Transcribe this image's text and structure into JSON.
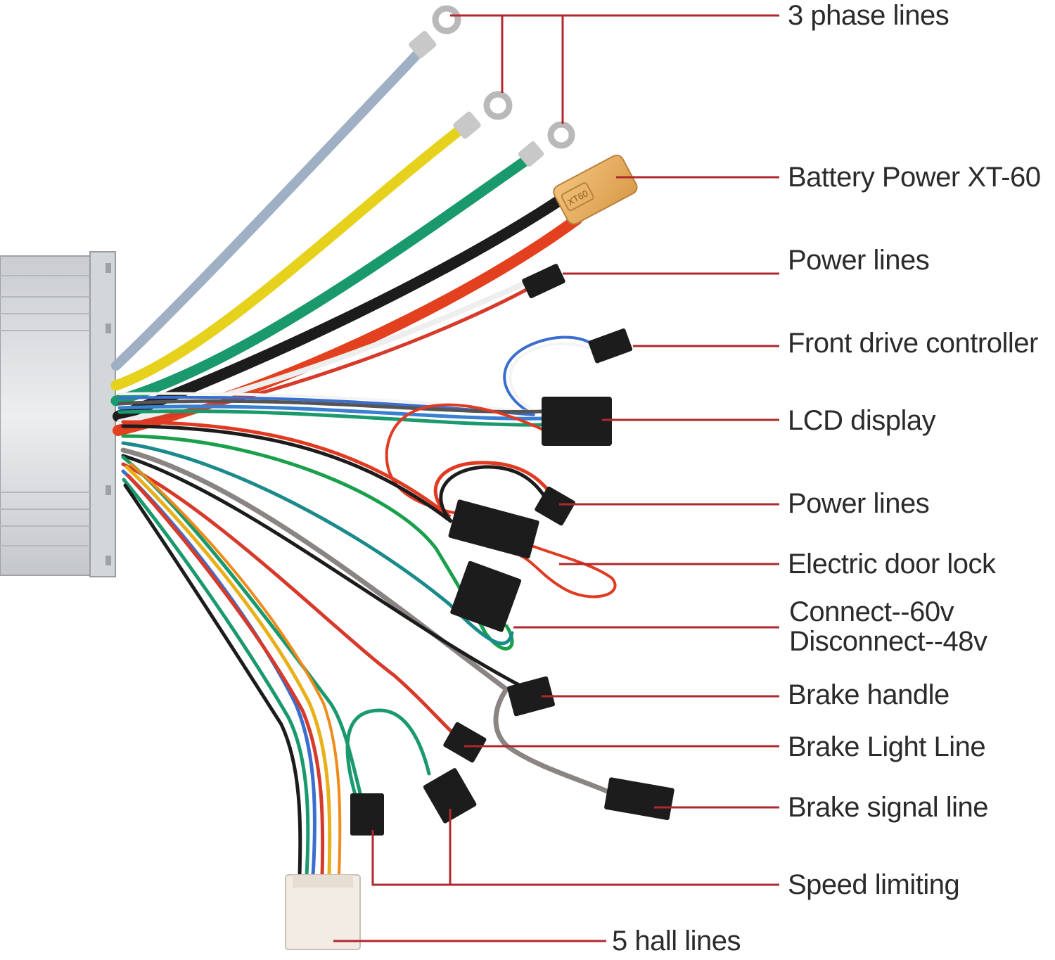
{
  "colors": {
    "leader_line": "#b0282c",
    "label_text": "#2b2b2b",
    "housing": "#d9dcdf"
  },
  "labels": [
    {
      "id": "phase-lines",
      "text": "3 phase lines"
    },
    {
      "id": "battery-power",
      "text": "Battery Power XT-60"
    },
    {
      "id": "power-lines-top",
      "text": "Power lines"
    },
    {
      "id": "front-drive",
      "text": "Front drive controller"
    },
    {
      "id": "lcd-display",
      "text": "LCD display"
    },
    {
      "id": "power-lines-mid",
      "text": "Power lines"
    },
    {
      "id": "door-lock",
      "text": "Electric door lock"
    },
    {
      "id": "connect-60v",
      "text": "Connect--60v"
    },
    {
      "id": "disconnect-48v",
      "text": "Disconnect--48v"
    },
    {
      "id": "brake-handle",
      "text": "Brake handle"
    },
    {
      "id": "brake-light",
      "text": "Brake Light Line"
    },
    {
      "id": "brake-signal",
      "text": "Brake signal line"
    },
    {
      "id": "speed-limiting",
      "text": "Speed limiting"
    },
    {
      "id": "hall-lines",
      "text": "5 hall lines"
    }
  ],
  "connector_marks": {
    "xt60_stamp": "XT60"
  }
}
